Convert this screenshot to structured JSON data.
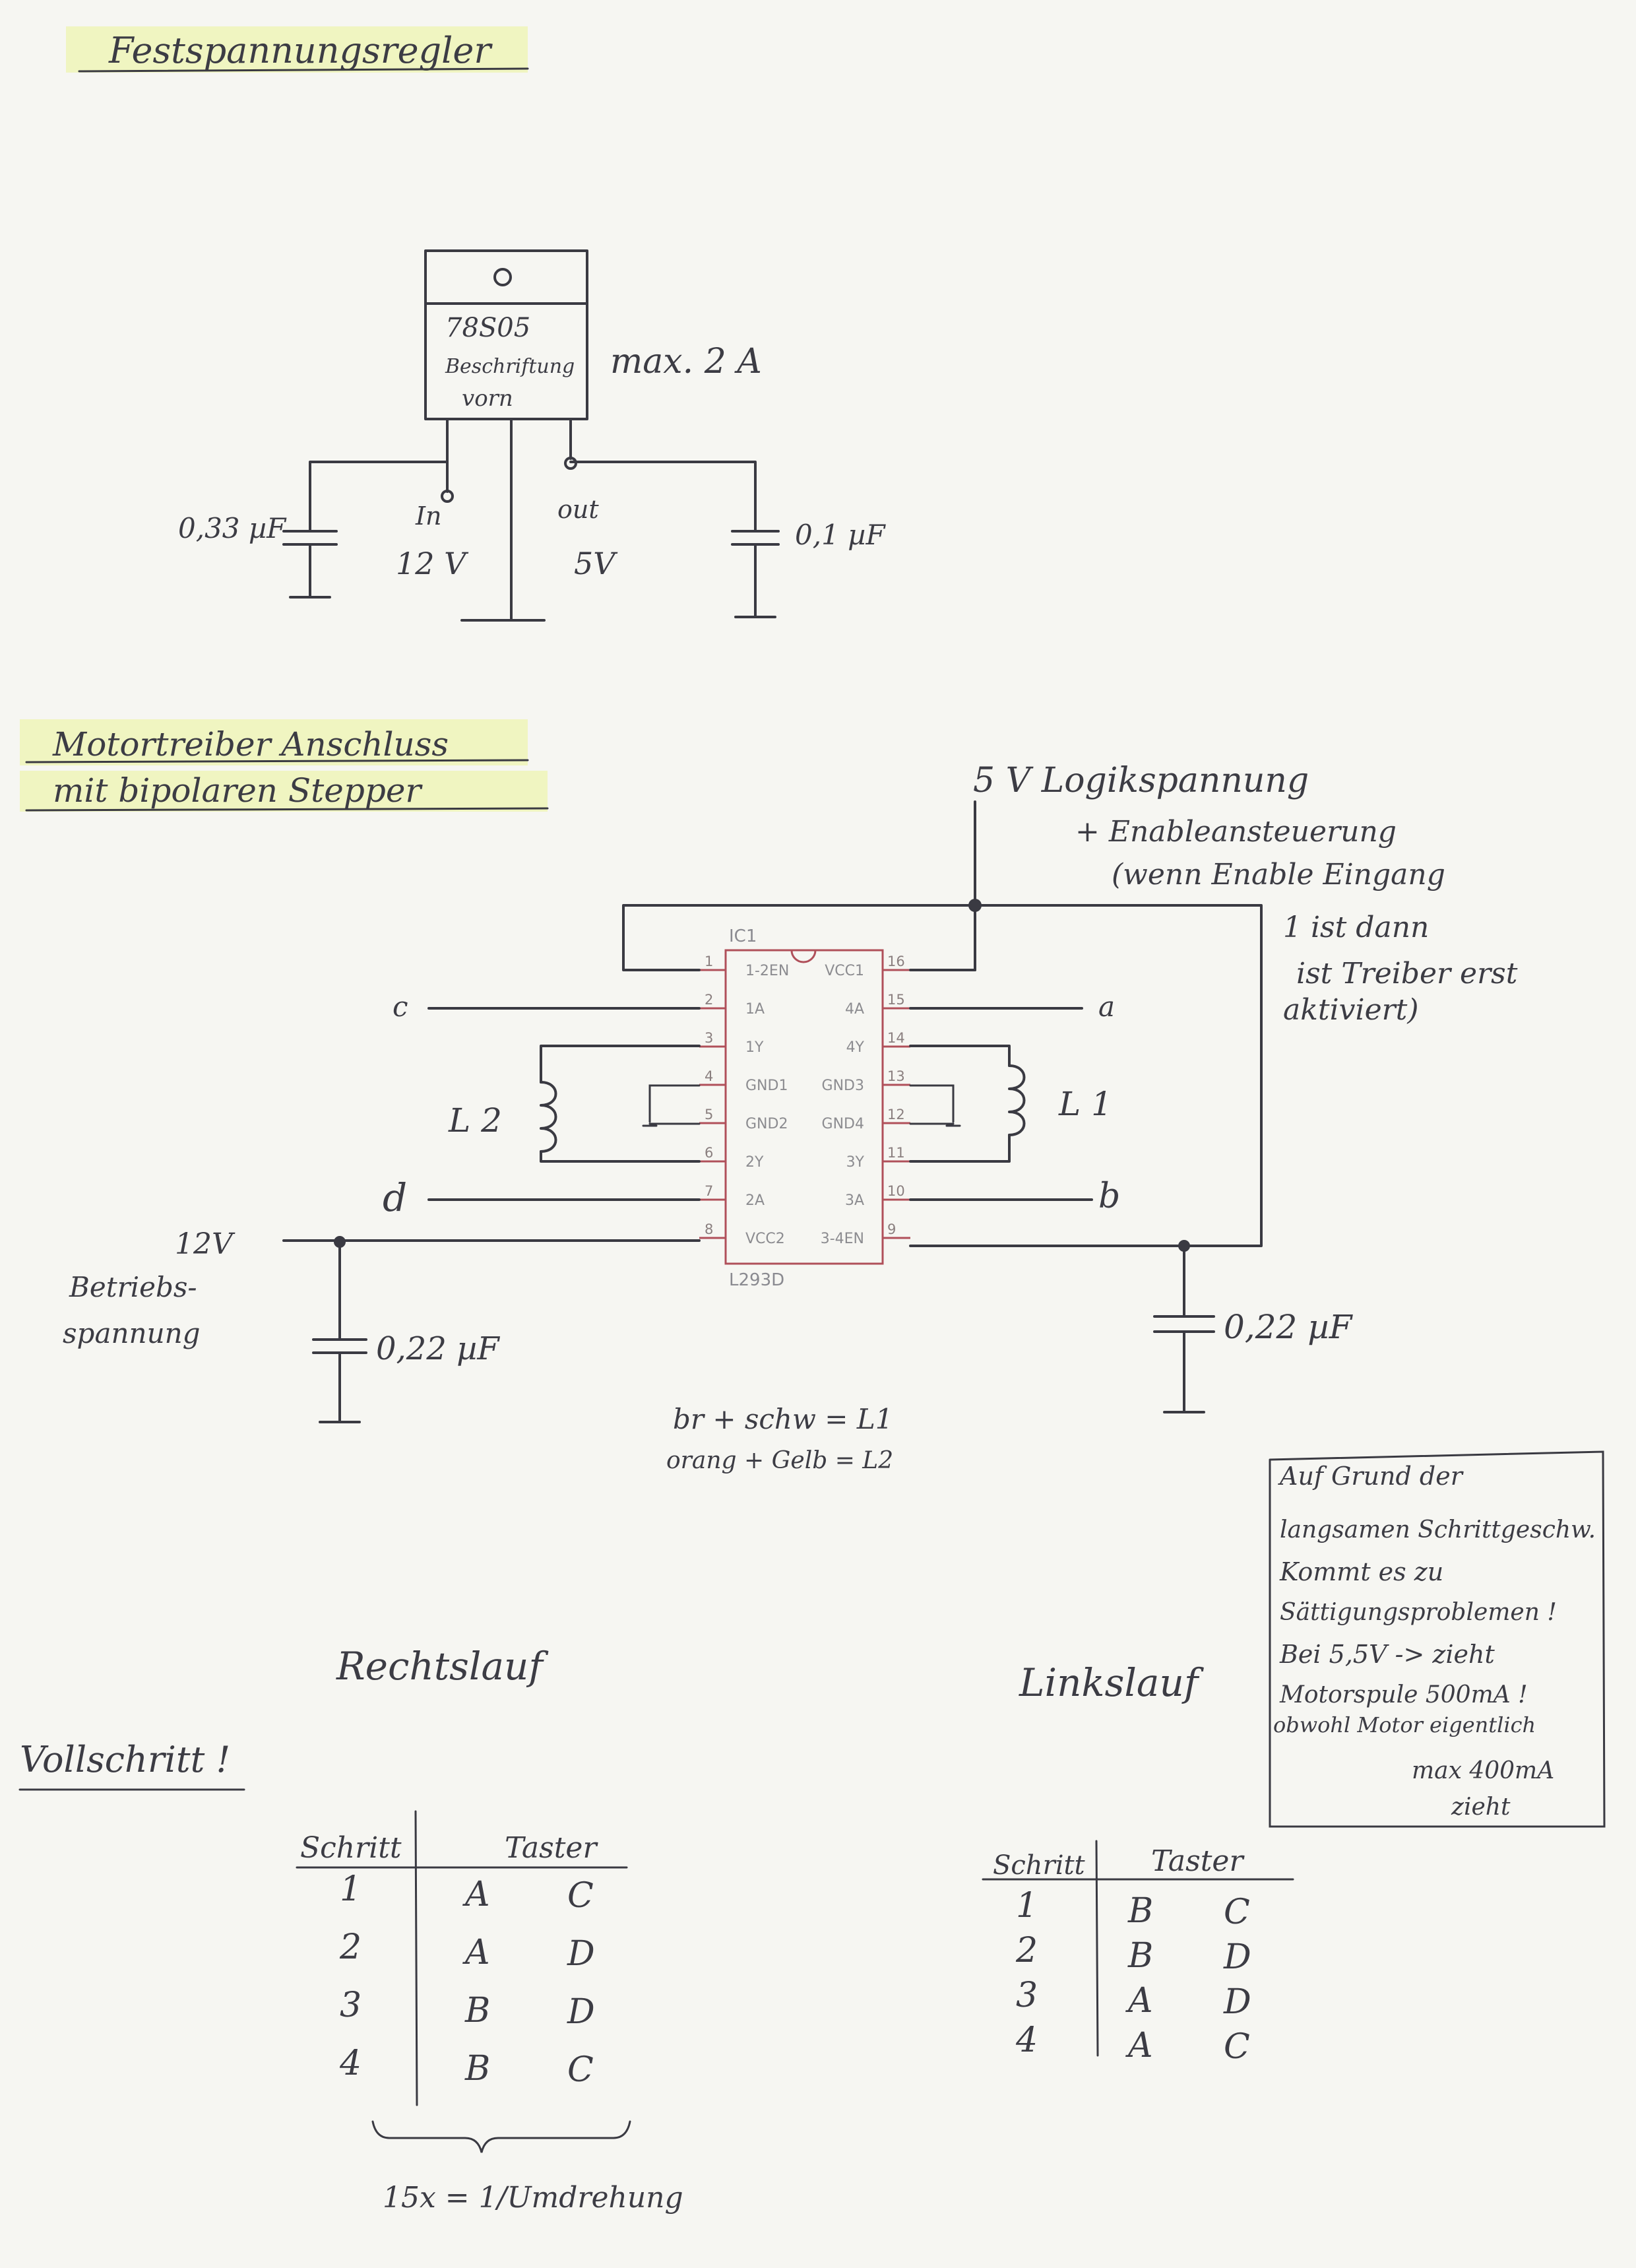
{
  "regulator": {
    "heading": "Festspannungsregler",
    "chip_line1": "78S05",
    "chip_line2": "Beschriftung",
    "chip_line3": "vorn",
    "max_current": "max. 2 A",
    "cap_in": "0,33 µF",
    "pin_in": "In",
    "volt_in": "12 V",
    "pin_out": "out",
    "volt_out": "5V",
    "cap_out": "0,1 µF"
  },
  "driver": {
    "heading_line1": "Motortreiber Anschluss",
    "heading_line2": "mit bipolaren Stepper",
    "logic_note_1": "5 V Logikspannung",
    "logic_note_2": "+ Enableansteuerung",
    "logic_note_3": "(wenn Enable Eingang",
    "logic_note_4": "1 ist dann",
    "logic_note_5": "ist Treiber erst",
    "logic_note_6": "aktiviert)",
    "ic_ref": "IC1",
    "ic_part": "L293D",
    "pins_left": [
      {
        "num": "1",
        "name": "1-2EN"
      },
      {
        "num": "2",
        "name": "1A"
      },
      {
        "num": "3",
        "name": "1Y"
      },
      {
        "num": "4",
        "name": "GND1"
      },
      {
        "num": "5",
        "name": "GND2"
      },
      {
        "num": "6",
        "name": "2Y"
      },
      {
        "num": "7",
        "name": "2A"
      },
      {
        "num": "8",
        "name": "VCC2"
      }
    ],
    "pins_right": [
      {
        "num": "16",
        "name": "VCC1"
      },
      {
        "num": "15",
        "name": "4A"
      },
      {
        "num": "14",
        "name": "4Y"
      },
      {
        "num": "13",
        "name": "GND3"
      },
      {
        "num": "12",
        "name": "GND4"
      },
      {
        "num": "11",
        "name": "3Y"
      },
      {
        "num": "10",
        "name": "3A"
      },
      {
        "num": "9",
        "name": "3-4EN"
      }
    ],
    "sig_c": "c",
    "sig_d": "d",
    "sig_a": "a",
    "sig_b": "b",
    "coil_l2": "L 2",
    "coil_l1": "L 1",
    "supply_volt": "12V",
    "supply_label_1": "Betriebs-",
    "supply_label_2": "spannung",
    "cap_left": "0,22 µF",
    "cap_right": "0,22 µF",
    "wire_note_1": "br + schw = L1",
    "wire_note_2": "orang + Gelb = L2"
  },
  "boxnote": {
    "lines": [
      "Auf Grund der",
      "langsamen Schrittgeschw.",
      "Kommt es zu",
      "Sättigungsproblemen !",
      "Bei 5,5V -> zieht",
      "Motorspule 500mA !",
      "obwohl Motor eigentlich",
      "max 400mA",
      "zieht"
    ]
  },
  "steps": {
    "heading": "Vollschritt !",
    "right_title": "Rechtslauf",
    "left_title": "Linkslauf",
    "col_step": "Schritt",
    "col_keys": "Taster",
    "right_rows": [
      {
        "step": "1",
        "k1": "A",
        "k2": "C"
      },
      {
        "step": "2",
        "k1": "A",
        "k2": "D"
      },
      {
        "step": "3",
        "k1": "B",
        "k2": "D"
      },
      {
        "step": "4",
        "k1": "B",
        "k2": "C"
      }
    ],
    "left_rows": [
      {
        "step": "1",
        "k1": "B",
        "k2": "C"
      },
      {
        "step": "2",
        "k1": "B",
        "k2": "D"
      },
      {
        "step": "3",
        "k1": "A",
        "k2": "D"
      },
      {
        "step": "4",
        "k1": "A",
        "k2": "C"
      }
    ],
    "footnote": "15x = 1/Umdrehung"
  }
}
